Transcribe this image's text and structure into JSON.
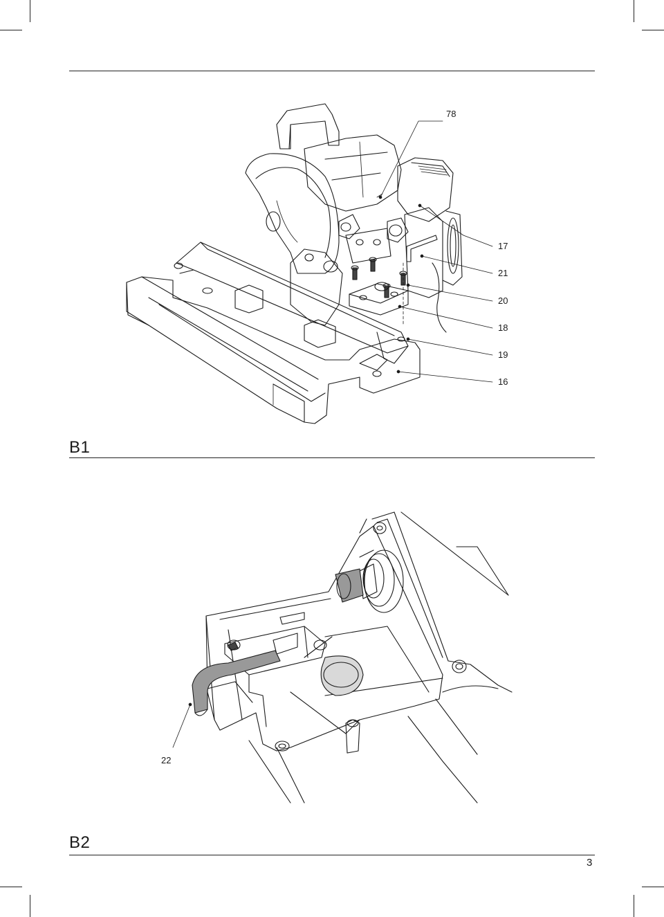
{
  "figures": {
    "b1": {
      "label": "B1",
      "callouts": [
        "78",
        "17",
        "21",
        "20",
        "18",
        "19",
        "16"
      ]
    },
    "b2": {
      "label": "B2",
      "callouts": [
        "22"
      ]
    }
  },
  "page": {
    "number": "3"
  }
}
